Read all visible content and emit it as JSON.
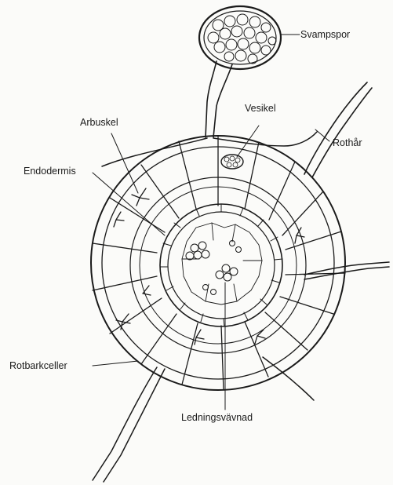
{
  "labels": {
    "svampspor": "Svampspor",
    "vesikel": "Vesikel",
    "rothar": "Rothår",
    "arbuskel": "Arbuskel",
    "endodermis": "Endodermis",
    "rotbarkceller": "Rotbarkceller",
    "ledningsvavnad": "Ledningsvävnad"
  },
  "colors": {
    "ink": "#1a1a1a",
    "paper": "#fbfbf9"
  }
}
